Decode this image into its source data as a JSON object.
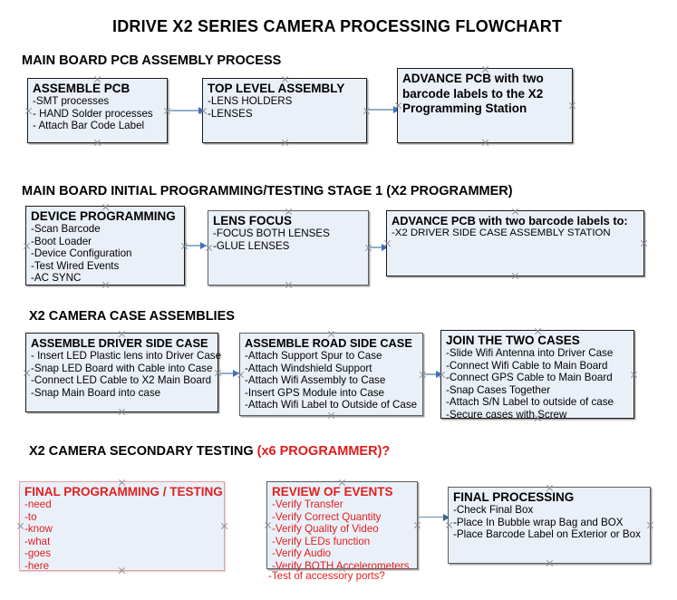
{
  "document": {
    "title": "IDRIVE X2  SERIES CAMERA PROCESSING FLOWCHART"
  },
  "sections": [
    {
      "id": "main-board-pcb-assembly-process",
      "heading": "MAIN BOARD PCB ASSEMBLY PROCESS",
      "nodes": [
        {
          "id": "assemble-pcb",
          "title": "ASSEMBLE PCB",
          "items": [
            "-SMT processes",
            "- HAND Solder processes",
            "- Attach Bar Code Label"
          ]
        },
        {
          "id": "top-level-assembly",
          "title": "TOP LEVEL ASSEMBLY",
          "items": [
            "-LENS HOLDERS",
            "-LENSES"
          ]
        },
        {
          "id": "advance-pcb-to-x2-programming-station",
          "title": "ADVANCE PCB with two barcode labels to the  X2 Programming Station",
          "items": []
        }
      ]
    },
    {
      "id": "main-board-initial-programming-testing-stage-1",
      "heading": "MAIN BOARD INITIAL PROGRAMMING/TESTING STAGE 1 (X2 PROGRAMMER)",
      "nodes": [
        {
          "id": "device-programming",
          "title": "DEVICE PROGRAMMING",
          "items": [
            "-Scan Barcode",
            "-Boot Loader",
            "-Device Configuration",
            "-Test Wired Events",
            "-AC SYNC"
          ]
        },
        {
          "id": "lens-focus",
          "title": "LENS FOCUS",
          "items": [
            "-FOCUS BOTH LENSES",
            "-GLUE LENSES"
          ]
        },
        {
          "id": "advance-pcb-to-driver-side-case-assembly",
          "title": "ADVANCE PCB with two barcode labels to:",
          "items": [
            "-X2 DRIVER  SIDE  CASE  ASSEMBLY STATION"
          ]
        }
      ]
    },
    {
      "id": "x2-camera-case-assemblies",
      "heading": "X2 CAMERA CASE ASSEMBLIES",
      "nodes": [
        {
          "id": "assemble-driver-side-case",
          "title": "ASSEMBLE DRIVER SIDE CASE",
          "items": [
            "- Insert LED Plastic lens into Driver Case",
            "-Snap LED Board with Cable into Case",
            "-Connect LED Cable to X2 Main Board",
            "-Snap Main Board into case"
          ]
        },
        {
          "id": "assemble-road-side-case",
          "title": "ASSEMBLE ROAD SIDE CASE",
          "items": [
            "-Attach Support Spur to Case",
            "-Attach Windshield Support",
            "-Attach Wifi Assembly to Case",
            "-Insert GPS Module into Case",
            "-Attach Wifi Label to Outside of Case"
          ]
        },
        {
          "id": "join-the-two-cases",
          "title": "JOIN THE TWO CASES",
          "items": [
            "-Slide Wifi Antenna into Driver Case",
            "-Connect Wifi Cable to Main Board",
            "-Connect GPS Cable to Main Board",
            "-Snap Cases Together",
            "-Attach S/N Label to outside of case",
            "-Secure cases with Screw"
          ]
        }
      ]
    },
    {
      "id": "x2-camera-secondary-testing",
      "heading": "X2 CAMERA SECONDARY TESTING ",
      "heading_suffix": "(x6 PROGRAMMER)?",
      "nodes": [
        {
          "id": "final-programming-testing",
          "title": "FINAL PROGRAMMING / TESTING",
          "items": [
            "-need",
            "-to",
            "-know",
            "-what",
            "-goes",
            "-here"
          ]
        },
        {
          "id": "review-of-events",
          "title": "REVIEW OF EVENTS",
          "items": [
            "-Verify Transfer",
            "-Verify Correct Quantity",
            "-Verify Quality of Video",
            "-Verify LEDs function",
            "-Verify Audio",
            "-Verify BOTH Accelerometers"
          ],
          "overflow_item": "-Test of accessory ports?"
        },
        {
          "id": "final-processing",
          "title": "FINAL PROCESSING",
          "items": [
            "-Check Final Box",
            "-Place In Bubble wrap Bag and BOX",
            "-Place Barcode Label on Exterior or Box"
          ]
        }
      ]
    }
  ],
  "colors": {
    "node_fill": "#eaf0f8",
    "node_border": "#1b1b1b",
    "red_text": "#e02020",
    "connector": "#8fb0cc",
    "arrowhead": "#3f6fbf",
    "handle": "#8a8a94"
  }
}
